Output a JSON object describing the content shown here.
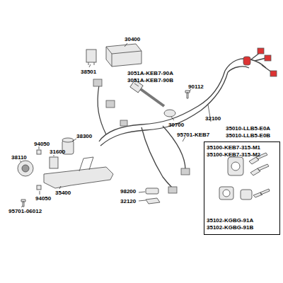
{
  "diagram": {
    "nodes": [
      {
        "text": [
          "35010-LLB5-E0A 35010-LLB5-E0B",
          "35100-KEB7-315-M1 35100-KEB7-315-M2",
          "35102-KGBG-91A 35102-KGBG-91B"
        ]
      }
    ],
    "labels": [
      "30400",
      "3051A-KEB7-90A",
      "3051A-KEB7-90B",
      "38501",
      "90112",
      "30700",
      "32100",
      "95701-KEB7",
      "38300",
      "94050",
      "31600",
      "38110",
      "35400",
      "94050",
      "95701-06012",
      "98200",
      "32120"
    ]
  }
}
